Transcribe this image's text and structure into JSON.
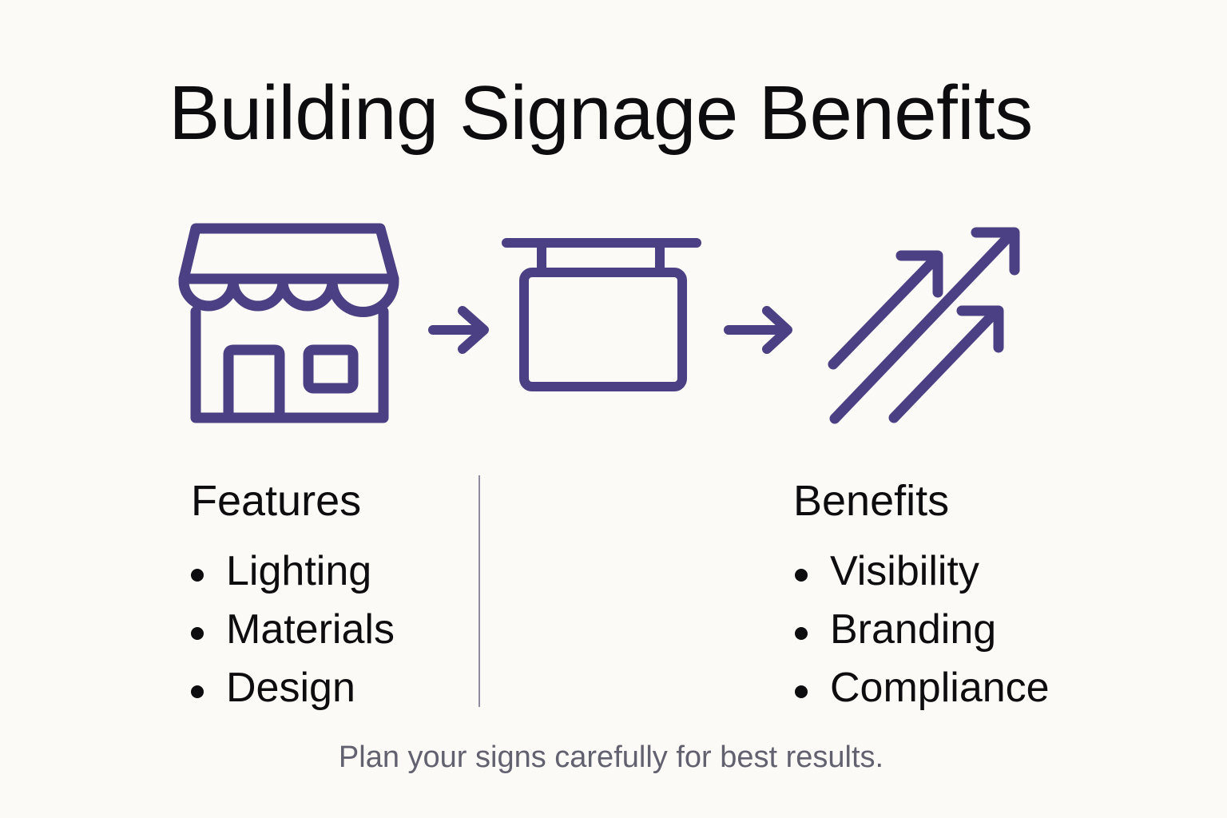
{
  "title": "Building Signage Benefits",
  "colors": {
    "background": "#fbfaf6",
    "icon_stroke": "#4b4083",
    "text": "#0d0d0f",
    "footer_text": "#626170",
    "divider": "#8d8ca0"
  },
  "flow": [
    {
      "icon": "storefront-icon"
    },
    {
      "icon": "arrow-right-icon"
    },
    {
      "icon": "hanging-sign-icon"
    },
    {
      "icon": "arrow-right-icon"
    },
    {
      "icon": "growth-arrows-icon"
    }
  ],
  "features": {
    "heading": "Features",
    "items": [
      "Lighting",
      "Materials",
      "Design"
    ]
  },
  "benefits": {
    "heading": "Benefits",
    "items": [
      "Visibility",
      "Branding",
      "Compliance"
    ]
  },
  "footer": "Plan your signs carefully for best results."
}
